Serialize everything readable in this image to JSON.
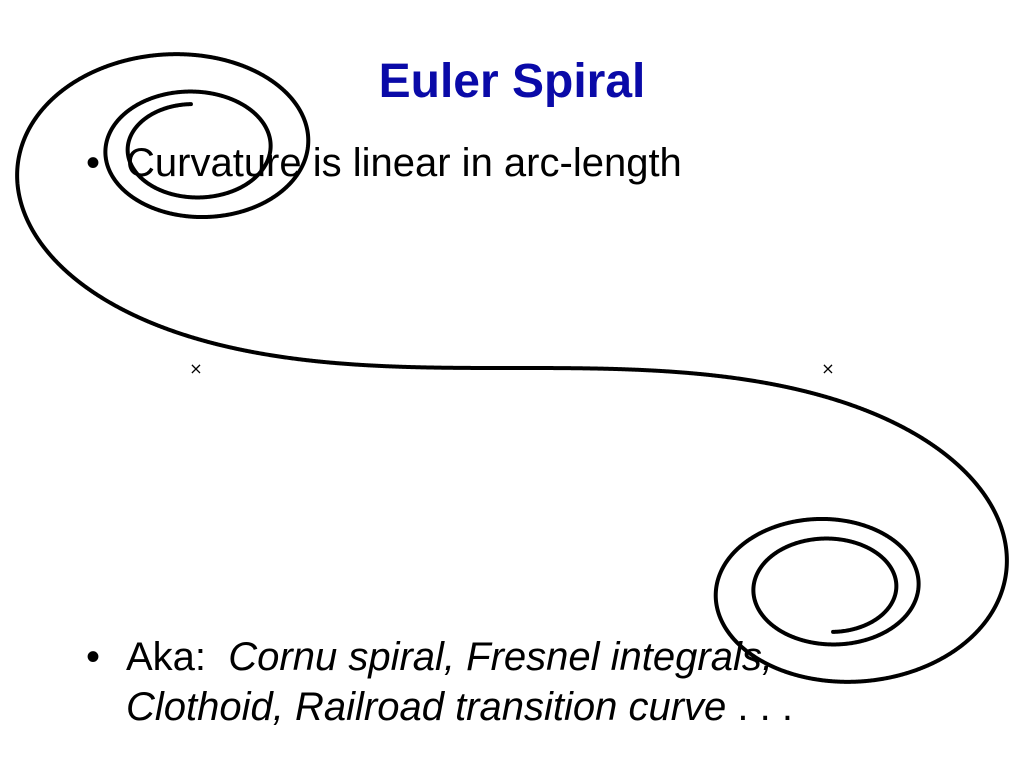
{
  "slide": {
    "title": "Euler Spiral",
    "bullet_symbol": "•",
    "bullet1": "Curvature is linear in arc-length",
    "bullet2": {
      "prefix": "Aka:",
      "line1_italic": "Cornu spiral,  Fresnel integrals,",
      "line2_italic": "Clothoid,  Railroad transition curve",
      "line2_suffix": " . . ."
    }
  },
  "diagram": {
    "center_marker": "×",
    "stroke_color": "#000000"
  },
  "colors": {
    "title": "#0a0aa8",
    "text": "#000000",
    "background": "#ffffff"
  }
}
